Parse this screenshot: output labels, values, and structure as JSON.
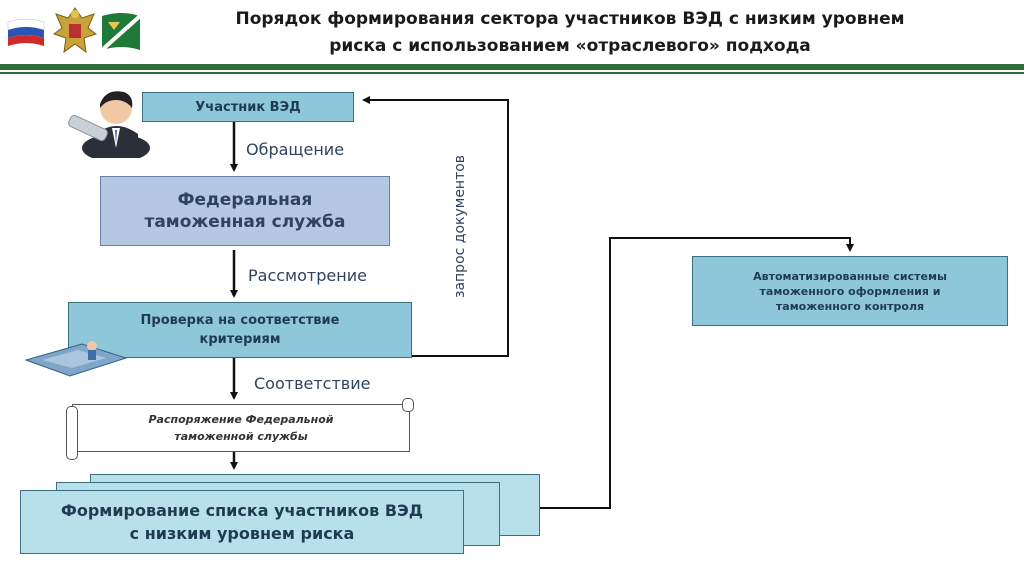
{
  "header": {
    "title_line1": "Порядок формирования  сектора участников  ВЭД с низким уровнем",
    "title_line2": "риска  с использованием  «отраслевого»  подхода"
  },
  "flow": {
    "participant": "Участник ВЭД",
    "appeal": "Обращение",
    "fts_line1": "Федеральная",
    "fts_line2": "таможенная служба",
    "review": "Рассмотрение",
    "check_line1": "Проверка на соответствие",
    "check_line2": "критериям",
    "compliance": "Соответствие",
    "order_line1": "Распоряжение Федеральной",
    "order_line2": "таможенной службы",
    "list_line1": "Формирование списка участников ВЭД",
    "list_line2": "с низким уровнем риска",
    "doc_request": "запрос документов",
    "auto_line1": "Автоматизированные системы",
    "auto_line2": "таможенного оформления и",
    "auto_line3": "таможенного контроля"
  },
  "icons": {
    "flag": "russian-flag-icon",
    "emblem": "customs-emblem-icon",
    "customs_flag": "customs-flag-icon",
    "person": "businessman-icon",
    "inspection": "inspection-icon"
  },
  "colors": {
    "accent_green": "#2f6e3a",
    "box_teal": "#8fc7da",
    "box_blue": "#b6c7e4"
  }
}
